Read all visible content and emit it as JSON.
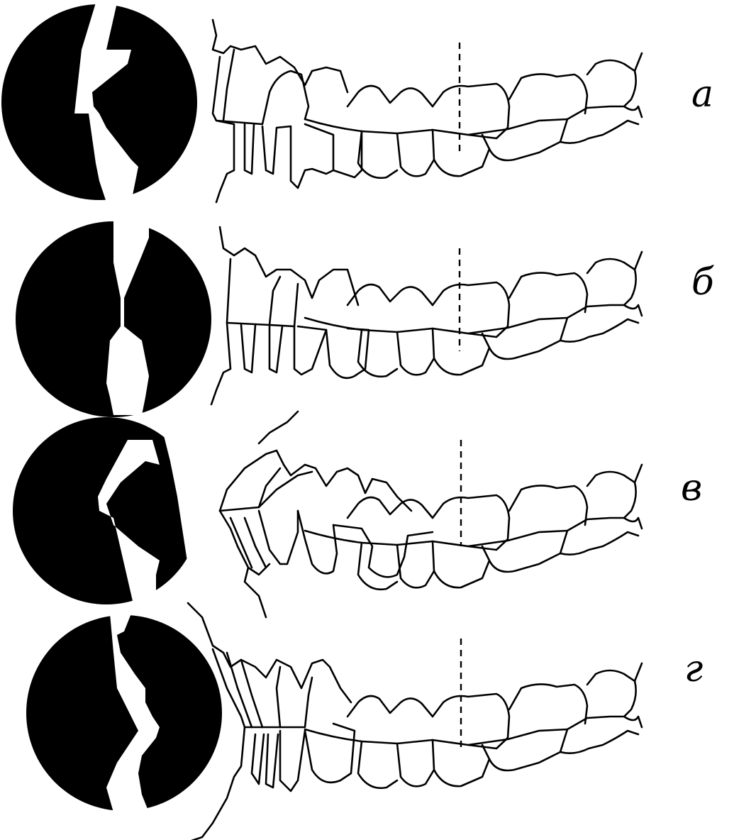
{
  "figure": {
    "colors": {
      "ink": "#000000",
      "paper": "#ffffff"
    },
    "panels": [
      {
        "id": "a",
        "label": "а"
      },
      {
        "id": "b",
        "label": "б"
      },
      {
        "id": "v",
        "label": "в"
      },
      {
        "id": "g",
        "label": "г"
      }
    ]
  }
}
